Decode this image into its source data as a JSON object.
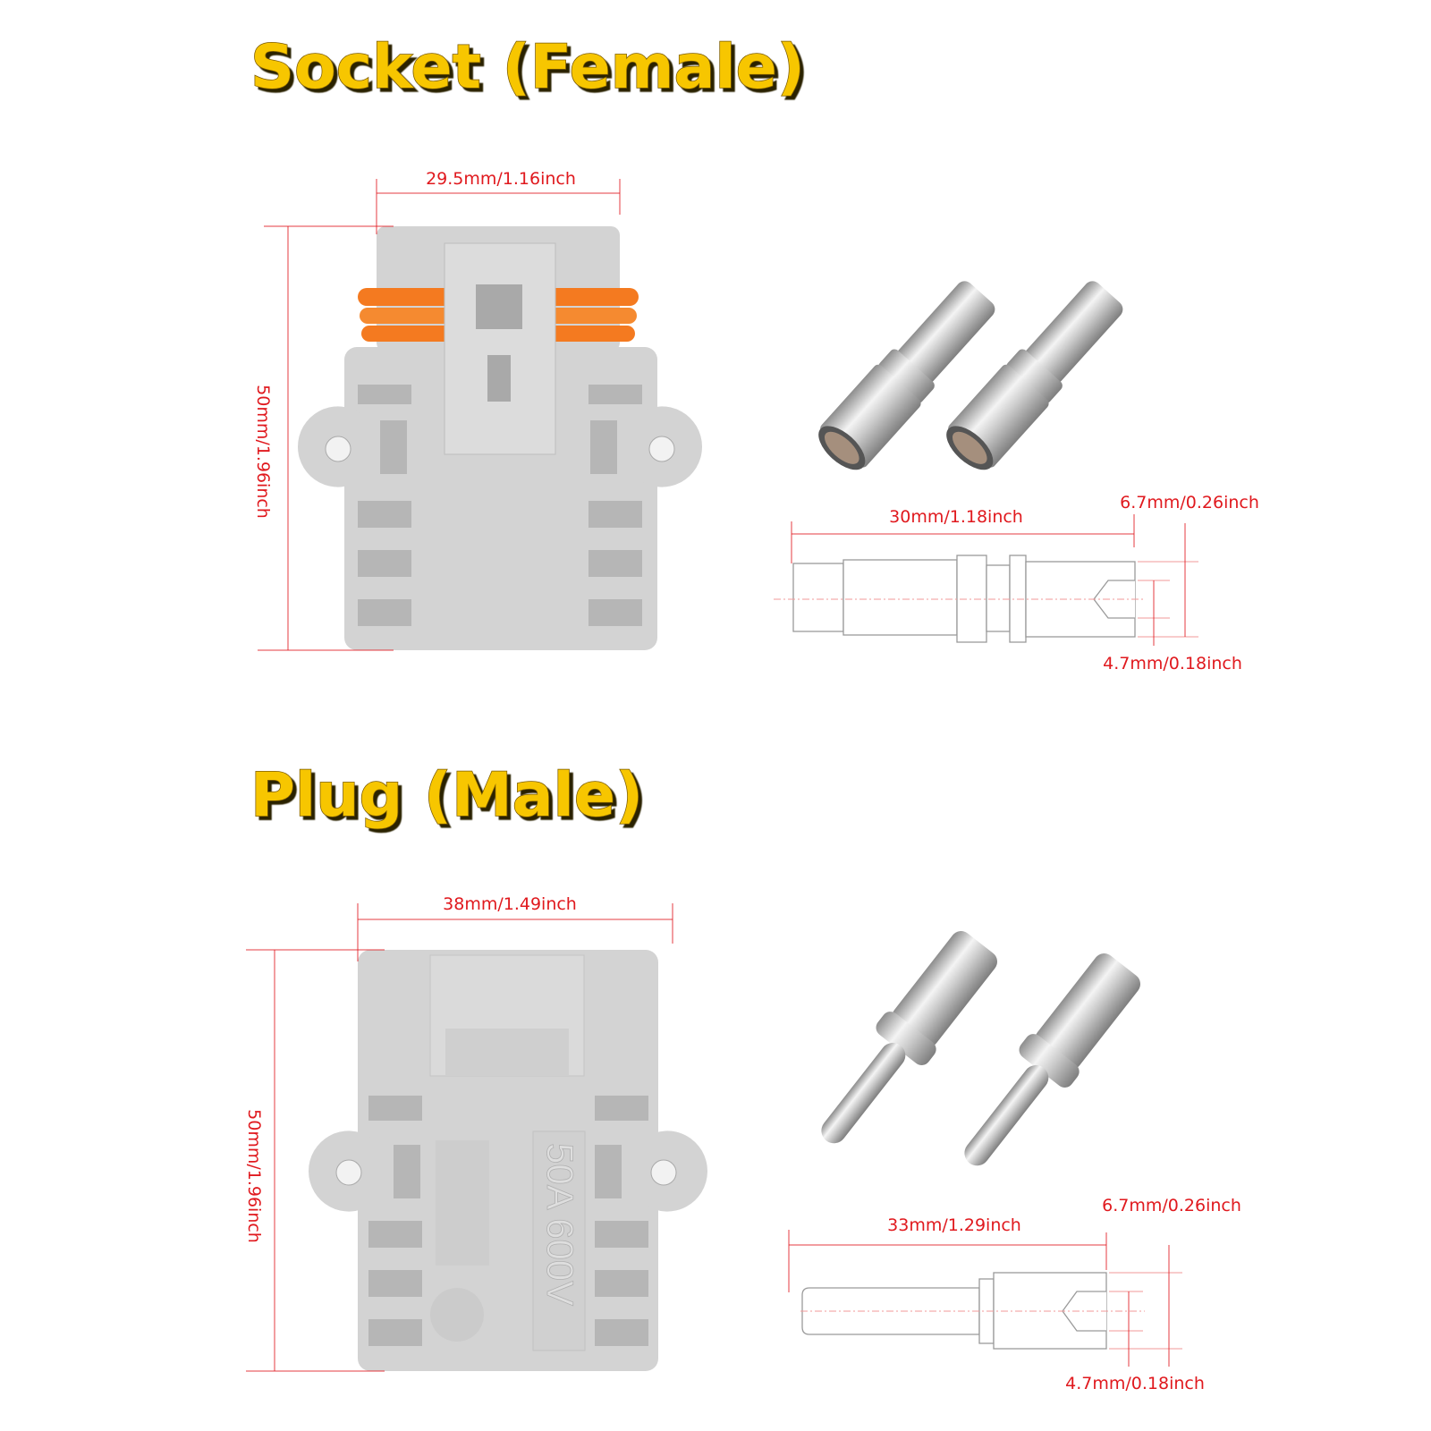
{
  "socket": {
    "title": "Socket (Female)",
    "width_label": "29.5mm/1.16inch",
    "height_label": "50mm/1.96inch",
    "pin_length_label": "30mm/1.18inch",
    "pin_outer_diameter_label": "6.7mm/0.26inch",
    "pin_inner_diameter_label": "4.7mm/0.18inch"
  },
  "plug": {
    "title": "Plug (Male)",
    "width_label": "38mm/1.49inch",
    "height_label": "50mm/1.96inch",
    "rating_marking": "50A 600V",
    "pin_length_label": "33mm/1.29inch",
    "pin_outer_diameter_label": "6.7mm/0.26inch",
    "pin_inner_diameter_label": "4.7mm/0.18inch"
  },
  "colors": {
    "title": "#f7c600",
    "dimension": "#e0191e",
    "housing": "#d3d3d3",
    "seal": "#f47a20"
  }
}
